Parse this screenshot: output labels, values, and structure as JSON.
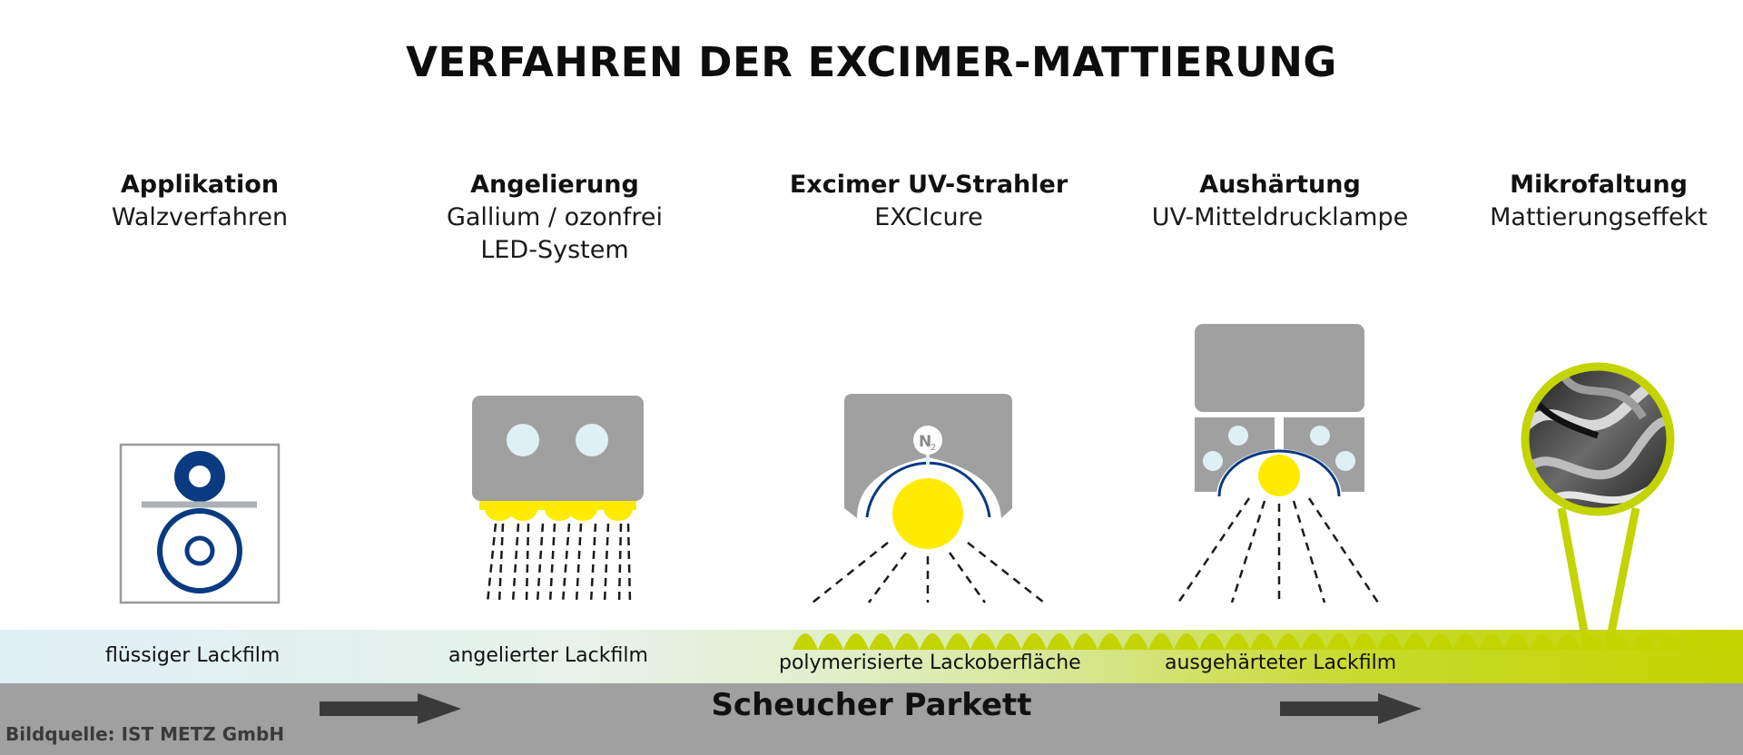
{
  "title": "VERFAHREN DER EXCIMER-MATTIERUNG",
  "steps": [
    {
      "heading": "Applikation",
      "lines": [
        "Walzverfahren"
      ]
    },
    {
      "heading": "Angelierung",
      "lines": [
        "Gallium / ozonfrei",
        "LED-System"
      ]
    },
    {
      "heading": "Excimer UV-Strahler",
      "lines": [
        "EXCIcure"
      ]
    },
    {
      "heading": "Aushärtung",
      "lines": [
        "UV-Mitteldrucklampe"
      ]
    },
    {
      "heading": "Mikrofaltung",
      "lines": [
        "Mattierungseffekt"
      ]
    }
  ],
  "layers": [
    "flüssiger Lackfilm",
    "angelierter Lackfilm",
    "polymerisierte Lackoberfläche",
    "ausgehärteter Lackfilm"
  ],
  "chem": {
    "n": "N",
    "sub": "2"
  },
  "company": "Scheucher Parkett",
  "credit": "Bildquelle: IST METZ GmbH",
  "colors": {
    "gray": "#a0a0a0",
    "navy": "#0a3a82",
    "yellow": "#ffeb00",
    "lime": "#c3d400",
    "lightblue": "#dff0f5",
    "arrow": "#3a3a3a"
  },
  "icons": [
    "roller-icon",
    "led-lamp-icon",
    "excimer-lamp-icon",
    "uv-lamp-icon",
    "magnifier-icon",
    "arrow-right-icon"
  ]
}
